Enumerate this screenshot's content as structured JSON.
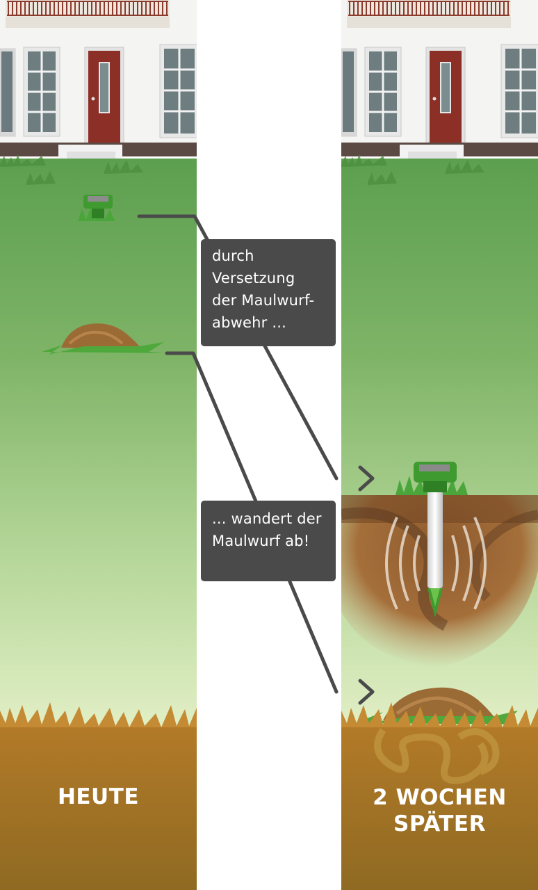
{
  "callouts": {
    "first": [
      "durch",
      "Versetzung",
      "der Maulwurf-",
      "abwehr ..."
    ],
    "second": [
      "... wandert der",
      "Maulwurf ab!"
    ]
  },
  "labels": {
    "left": "HEUTE",
    "right_line1": "2 WOCHEN",
    "right_line2": "SPÄTER"
  },
  "colors": {
    "callout_bg": "#4a4a4a",
    "grass_top": "#5ea652",
    "grass_bottom": "#dfeec3",
    "soil": "#b27a28",
    "door": "#8c2f27",
    "device_green": "#3f9a2f"
  }
}
